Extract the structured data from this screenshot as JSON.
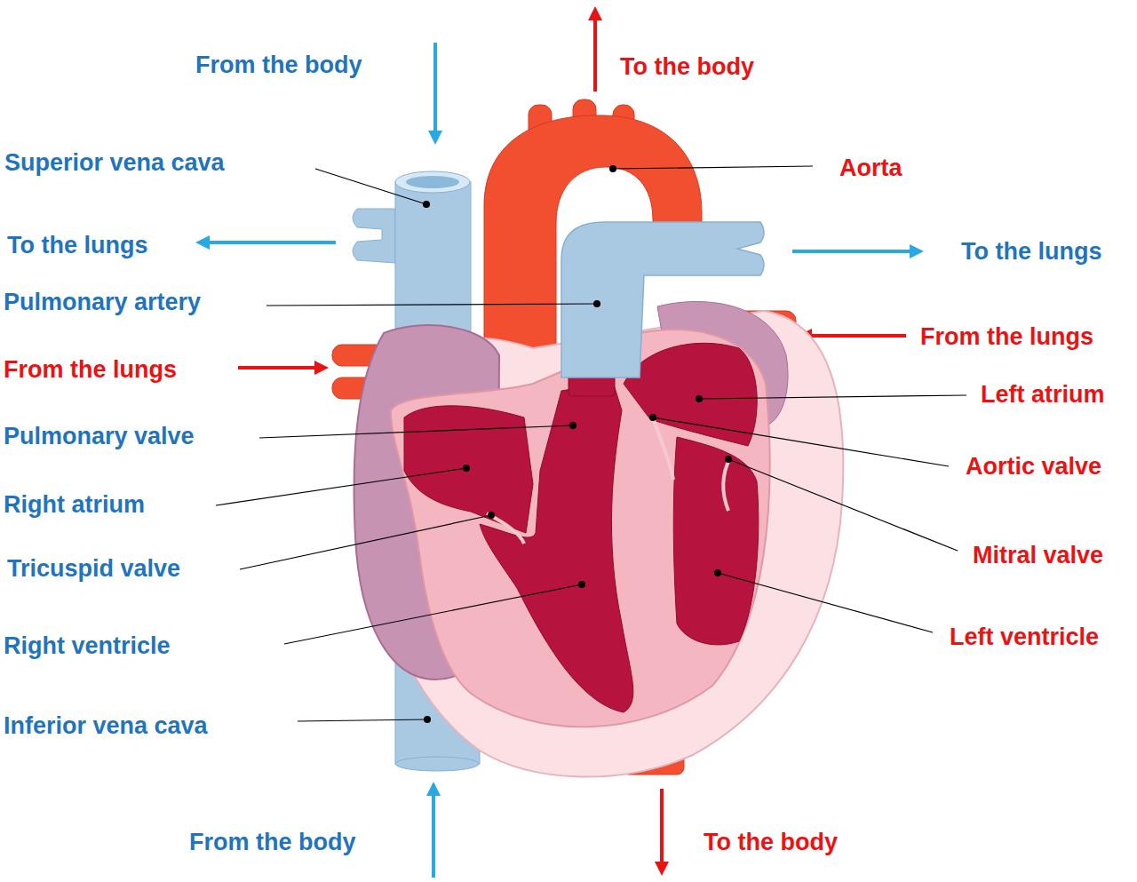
{
  "diagram": {
    "labels": [
      "From the body",
      "To the body",
      "Superior vena cava",
      "Aorta",
      "To the lungs",
      "To the lungs",
      "Pulmonary artery",
      "From the lungs",
      "From the lungs",
      "Left atrium",
      "Pulmonary valve",
      "Aortic valve",
      "Right atrium",
      "Mitral valve",
      "Tricuspid valve",
      "Right ventricle",
      "Left ventricle",
      "Inferior vena cava",
      "From the body",
      "To the body"
    ]
  }
}
